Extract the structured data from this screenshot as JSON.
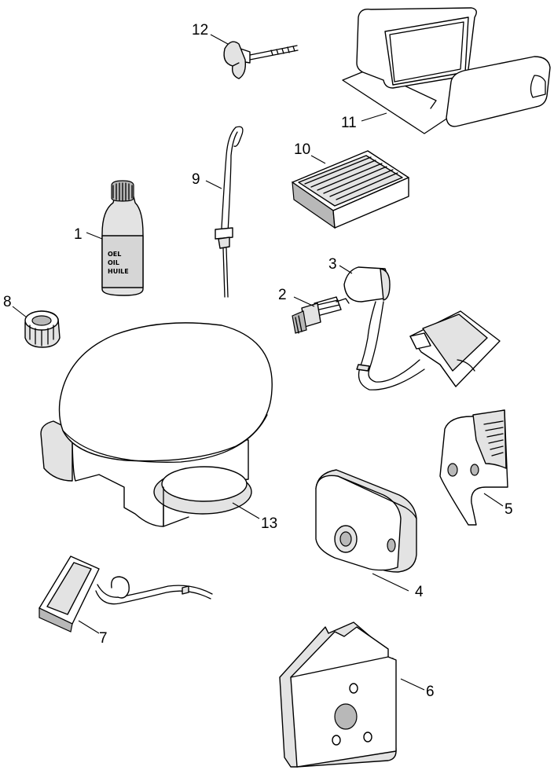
{
  "callouts": {
    "c1": "1",
    "c2": "2",
    "c3": "3",
    "c4": "4",
    "c5": "5",
    "c6": "6",
    "c7": "7",
    "c8": "8",
    "c9": "9",
    "c10": "10",
    "c11": "11",
    "c12": "12",
    "c13": "13"
  },
  "bottle_label": {
    "line1": "OEL",
    "line2": "OIL",
    "line3": "HUILE"
  }
}
